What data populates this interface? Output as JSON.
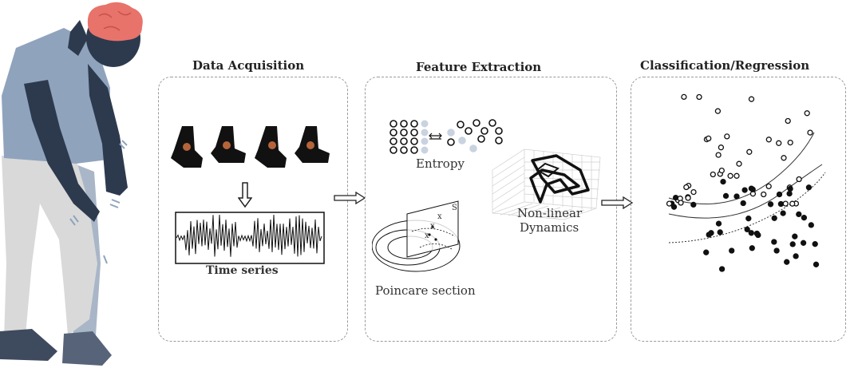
{
  "stages": [
    {
      "title": "Data Acquisition"
    },
    {
      "title": "Feature Extraction"
    },
    {
      "title": "Classification/Regression"
    }
  ],
  "labels": {
    "time_series": "Time series",
    "entropy": "Entropy",
    "nonlinear_line1": "Non-linear",
    "nonlinear_line2": "Dynamics",
    "poincare": "Poincare section",
    "poincare_s": "S",
    "poincare_x1": "x",
    "poincare_x2": "x",
    "poincare_x3": "x"
  },
  "colors": {
    "brain": "#e8736b",
    "figure_dark": "#2d3a4e",
    "figure_shirt": "#8fa3bd",
    "figure_pants": "#d9d9d9",
    "panel_border": "#9a9a9a"
  },
  "icons": [
    "person-with-tremor-icon",
    "sensor-sock-icon",
    "down-arrow-icon",
    "right-arrow-icon"
  ]
}
